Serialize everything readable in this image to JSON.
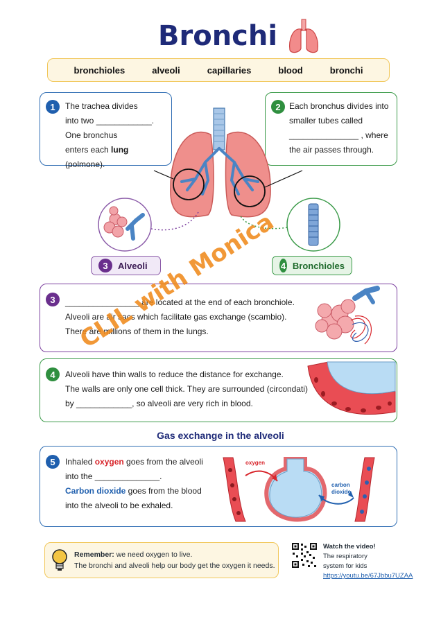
{
  "title": "Bronchi",
  "word_bank": [
    "bronchioles",
    "alveoli",
    "capillaries",
    "blood",
    "bronchi"
  ],
  "box1": {
    "number": "1",
    "lines": [
      "The trachea divides",
      "into two ____________.",
      "One bronchus"
    ],
    "line4_pre": "enters each ",
    "line4_bold": "lung",
    "line4_post": " (polmone)."
  },
  "box2": {
    "number": "2",
    "lines": [
      "Each bronchus divides into",
      "smaller tubes called",
      "_______________ , where",
      "the air passes through."
    ]
  },
  "label_alveoli": {
    "number": "3",
    "text": "Alveoli"
  },
  "label_bronchioles": {
    "number": "4",
    "text": "Bronchioles"
  },
  "box3": {
    "number": "3",
    "lines": [
      "________________ are located at the end of each bronchiole.",
      "Alveoli are air sacs which facilitate gas exchange (scambio).",
      "There are millions of them in the lungs."
    ]
  },
  "box4": {
    "number": "4",
    "lines": [
      "Alveoli have thin walls to reduce the distance for exchange.",
      "The walls are only one cell thick. They are surrounded (circondati)",
      "by ____________, so alveoli are very rich in blood."
    ]
  },
  "subheading": "Gas exchange in the alveoli",
  "box5": {
    "number": "5",
    "l1_pre": "Inhaled ",
    "l1_red": "oxygen",
    "l1_post": " goes from the alveoli",
    "l2": "into the ______________.",
    "l3_blue": "Carbon dioxide",
    "l3_post": " goes from the blood",
    "l4": "into the alveoli to be exhaled.",
    "diagram_oxygen": "oxygen",
    "diagram_co2_1": "carbon",
    "diagram_co2_2": "dioxide"
  },
  "remember": {
    "label": "Remember:",
    "text1": " we need oxygen to live.",
    "text2": "The bronchi and alveoli help our body get the oxygen it needs."
  },
  "video": {
    "heading": "Watch the video!",
    "line1": "The respiratory",
    "line2": "system for kids",
    "link": "https://youtu.be/67Jbbu7UZAA"
  },
  "watermark": "CLIL with Monica",
  "colors": {
    "navy": "#1e2a78",
    "blue": "#2f6db3",
    "green": "#3a9a48",
    "purple": "#7b3f9e",
    "red": "#d8262c",
    "orange": "#f08a1c",
    "yellow": "#f1c75a"
  }
}
